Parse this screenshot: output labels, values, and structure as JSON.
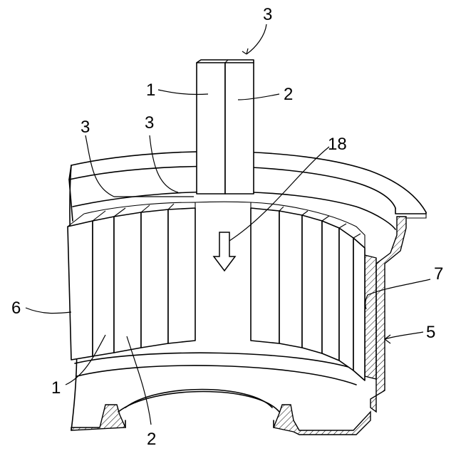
{
  "labels": {
    "top_group_ref": "3",
    "top_seg_left": "1",
    "top_seg_right": "2",
    "ring_ref_left": "3",
    "ring_ref_right": "3",
    "arrow_ref": "18",
    "rim_ref": "7",
    "housing_ref": "5",
    "outer_ref": "6",
    "bottom_seg_left": "1",
    "bottom_seg_right": "2"
  }
}
